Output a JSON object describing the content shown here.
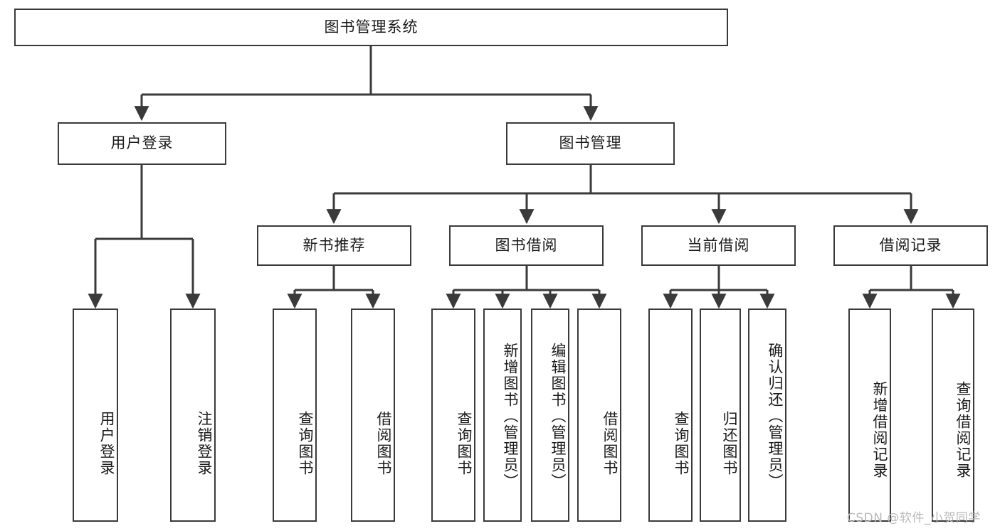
{
  "diagram": {
    "title": "图书管理系统",
    "root": {
      "label": "图书管理系统",
      "name": "root-node"
    },
    "level2": [
      {
        "label": "用户登录",
        "name": "node-user-login"
      },
      {
        "label": "图书管理",
        "name": "node-book-management"
      }
    ],
    "level3": [
      {
        "label": "新书推荐",
        "name": "node-new-book-recommend"
      },
      {
        "label": "图书借阅",
        "name": "node-book-borrow"
      },
      {
        "label": "当前借阅",
        "name": "node-current-borrow"
      },
      {
        "label": "借阅记录",
        "name": "node-borrow-record"
      }
    ],
    "leaves": [
      {
        "label": "用户登录",
        "name": "leaf-user-login"
      },
      {
        "label": "注销登录",
        "name": "leaf-user-logout"
      },
      {
        "label": "查询图书",
        "name": "leaf-query-book-1"
      },
      {
        "label": "借阅图书",
        "name": "leaf-borrow-book-1"
      },
      {
        "label": "查询图书",
        "name": "leaf-query-book-2"
      },
      {
        "label": "新增图书（管理员）",
        "name": "leaf-add-book-admin"
      },
      {
        "label": "编辑图书（管理员）",
        "name": "leaf-edit-book-admin"
      },
      {
        "label": "借阅图书",
        "name": "leaf-borrow-book-2"
      },
      {
        "label": "查询图书",
        "name": "leaf-query-book-3"
      },
      {
        "label": "归还图书",
        "name": "leaf-return-book"
      },
      {
        "label": "确认归还（管理员）",
        "name": "leaf-confirm-return-admin"
      },
      {
        "label": "新增借阅记录",
        "name": "leaf-add-borrow-record"
      },
      {
        "label": "查询借阅记录",
        "name": "leaf-query-borrow-record"
      }
    ],
    "watermark": "CSDN @软件_小贺同学",
    "colors": {
      "stroke": "#3a3a3a",
      "fill": "#ffffff",
      "text": "#1a1a1a",
      "watermark": "#b9b9b9"
    }
  }
}
